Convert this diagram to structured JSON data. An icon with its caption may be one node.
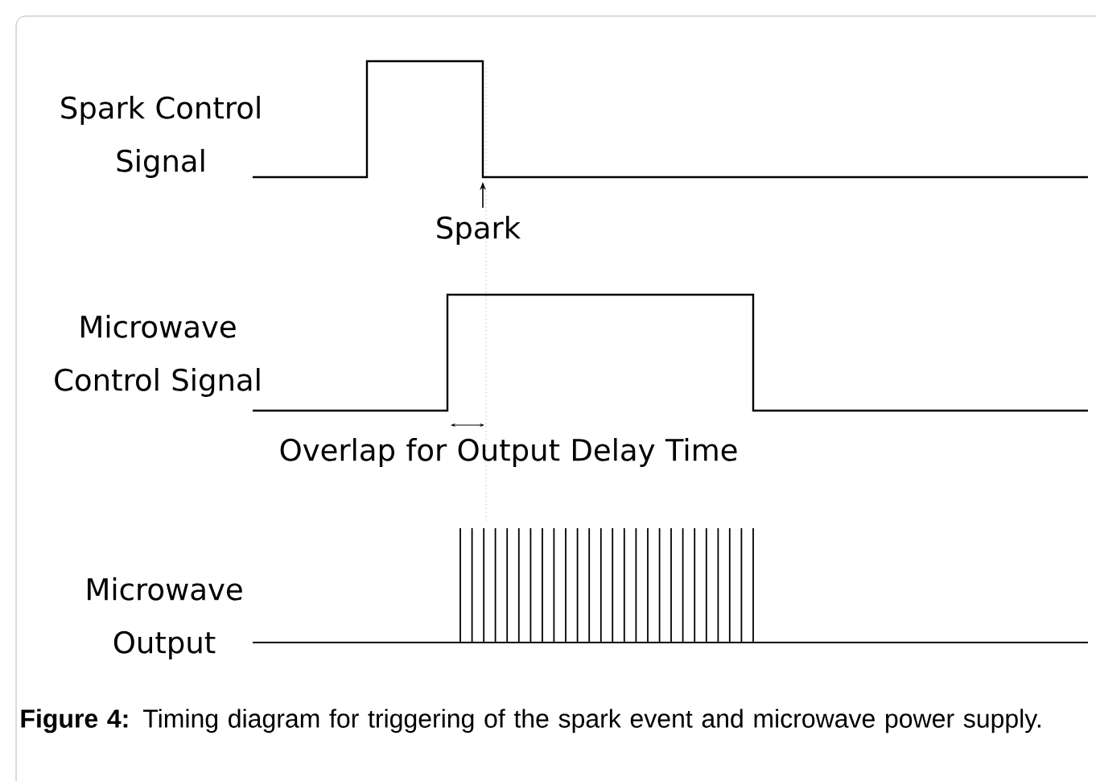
{
  "diagram": {
    "caption": "**Figure 4:** Timing diagram for triggering of the spark event and microwave power supply.",
    "labels": [
      "Spark Control Signal",
      "Spark",
      "Microwave Control Signal",
      "Overlap for Output Delay Time",
      "Microwave Output"
    ]
  }
}
